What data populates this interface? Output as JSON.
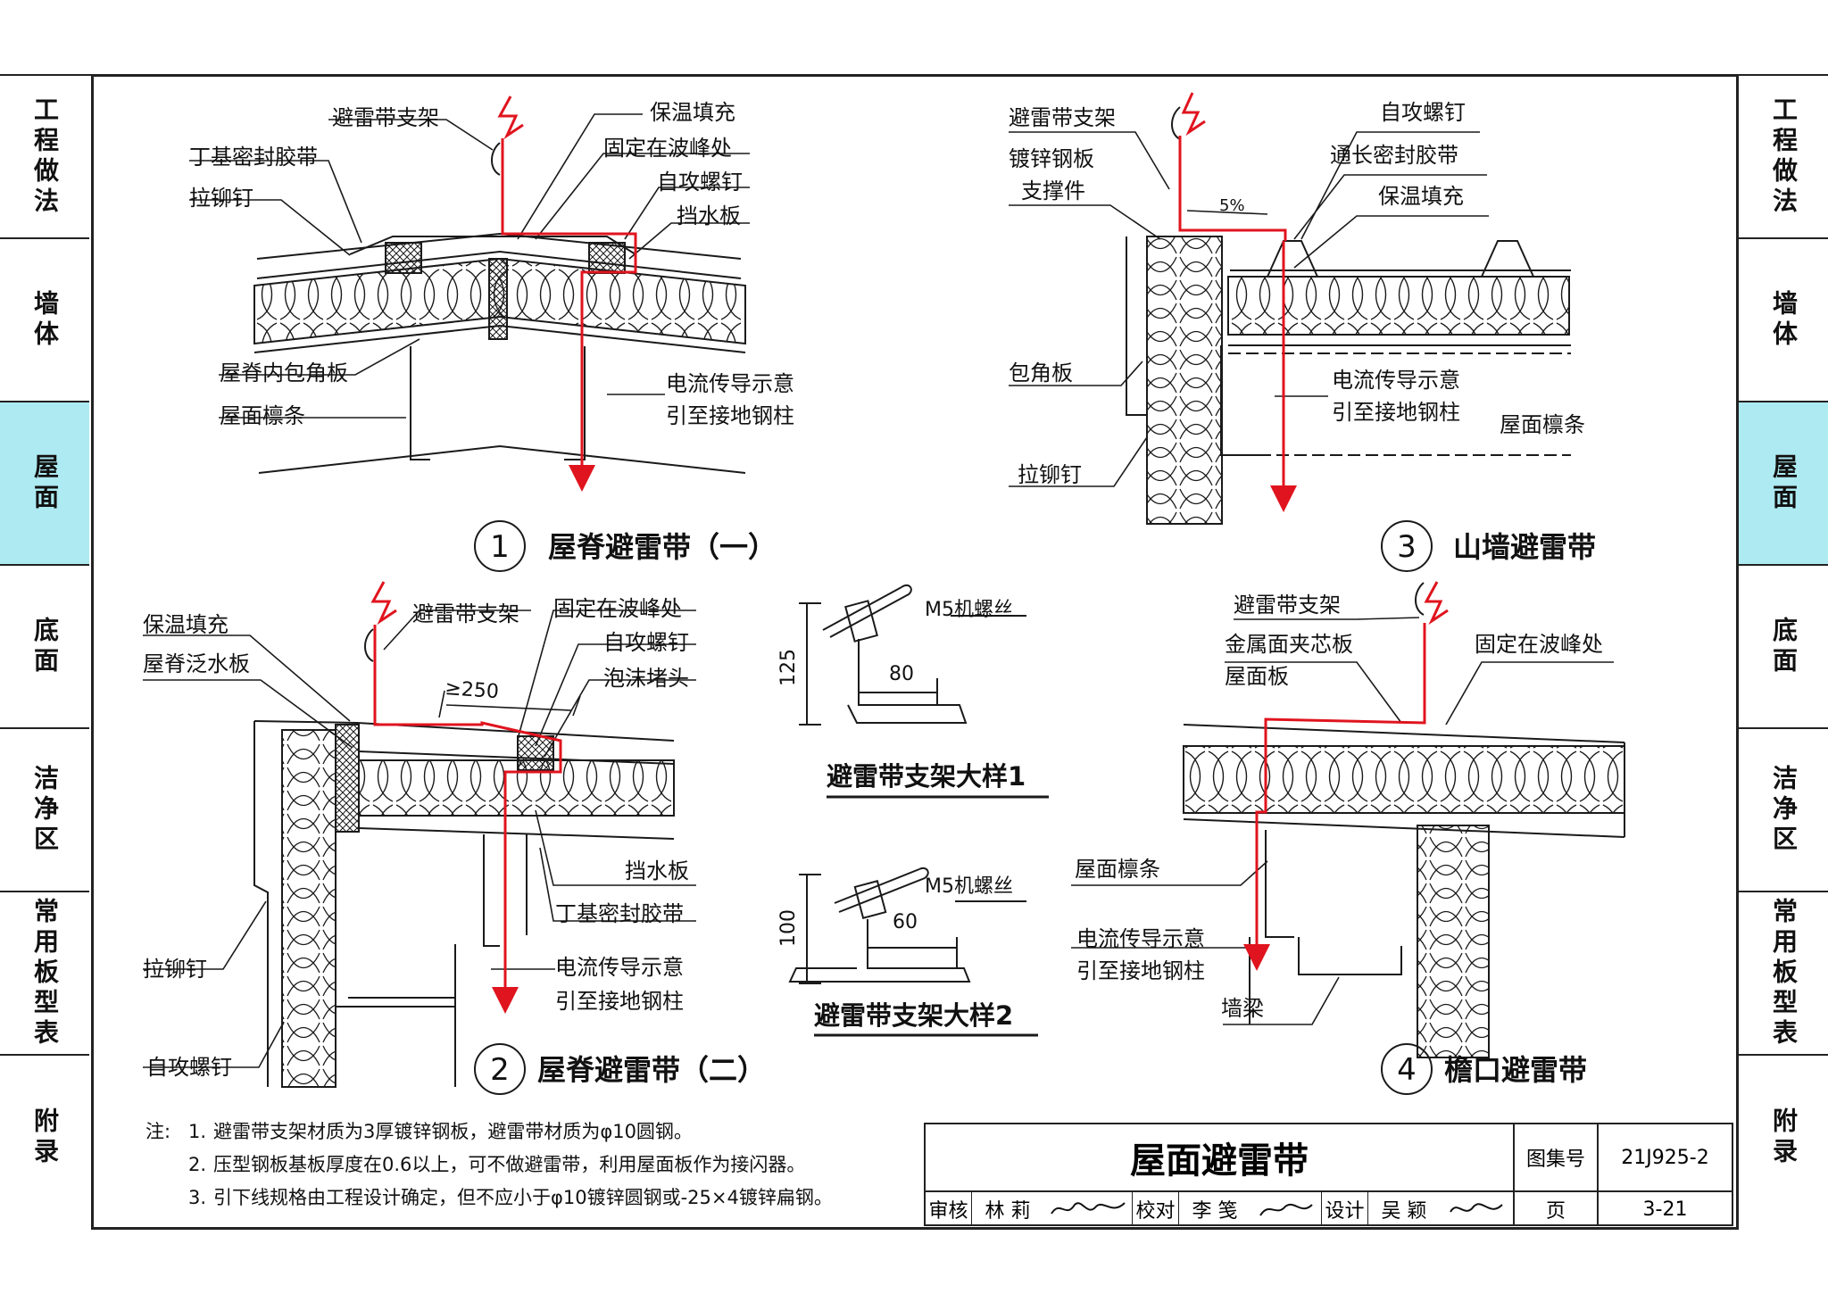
{
  "left_tabs": [
    "工程做法",
    "墙体",
    "屋面",
    "底面",
    "洁净区",
    "常用板型表",
    "附录"
  ],
  "right_tabs": [
    "工程做法",
    "墙体",
    "屋面",
    "底面",
    "洁净区",
    "常用板型表",
    "附录"
  ],
  "active_tab": "屋面",
  "detail1": {
    "number": "1",
    "title": "屋脊避雷带（一）",
    "labels": {
      "bracket": "避雷带支架",
      "butyl_tape": "丁基密封胶带",
      "rivet": "拉铆钉",
      "insulation": "保温填充",
      "fixed": "固定在波峰处",
      "screw": "自攻螺钉",
      "water_plate": "挡水板",
      "inner_corner": "屋脊内包角板",
      "purlin": "屋面檩条",
      "current": "电流传导示意",
      "ground": "引至接地钢柱"
    }
  },
  "detail2": {
    "number": "2",
    "title": "屋脊避雷带（二）",
    "labels": {
      "insulation": "保温填充",
      "flashing": "屋脊泛水板",
      "bracket": "避雷带支架",
      "fixed": "固定在波峰处",
      "screw_top": "自攻螺钉",
      "foam": "泡沫堵头",
      "dim": "≥250",
      "water_plate": "挡水板",
      "butyl_tape": "丁基密封胶带",
      "rivet": "拉铆钉",
      "current": "电流传导示意",
      "ground": "引至接地钢柱",
      "screw_bottom": "自攻螺钉"
    }
  },
  "detail3": {
    "number": "3",
    "title": "山墙避雷带",
    "labels": {
      "bracket": "避雷带支架",
      "galv_plate": "镀锌钢板",
      "support": "支撑件",
      "screw": "自攻螺钉",
      "tape": "通长密封胶带",
      "insulation": "保温填充",
      "slope": "5%",
      "corner": "包角板",
      "current": "电流传导示意",
      "ground": "引至接地钢柱",
      "purlin": "屋面檩条",
      "rivet": "拉铆钉"
    }
  },
  "detail4": {
    "number": "4",
    "title": "檐口避雷带",
    "labels": {
      "bracket": "避雷带支架",
      "sandwich": "金属面夹芯板",
      "roof_panel": "屋面板",
      "fixed": "固定在波峰处",
      "purlin": "屋面檩条",
      "current": "电流传导示意",
      "ground": "引至接地钢柱",
      "beam": "墙梁"
    }
  },
  "sample1": {
    "title": "避雷带支架大样1",
    "bolt": "M5机螺丝",
    "height": "125",
    "width": "80"
  },
  "sample2": {
    "title": "避雷带支架大样2",
    "bolt": "M5机螺丝",
    "height": "100",
    "width": "60"
  },
  "notes": {
    "prefix": "注:",
    "items": [
      {
        "n": "1.",
        "text": "避雷带支架材质为3厚镀锌钢板，避雷带材质为φ10圆钢。"
      },
      {
        "n": "2.",
        "text": "压型钢板基板厚度在0.6以上，可不做避雷带，利用屋面板作为接闪器。"
      },
      {
        "n": "3.",
        "text": "引下线规格由工程设计确定，但不应小于φ10镀锌圆钢或-25×4镀锌扁钢。"
      }
    ]
  },
  "title_block": {
    "title": "屋面避雷带",
    "atlas_label": "图集号",
    "atlas_no": "21J925-2",
    "review_label": "审核",
    "reviewer": "林 莉",
    "check_label": "校对",
    "checker": "李 笺",
    "design_label": "设计",
    "designer": "吴 颖",
    "page_label": "页",
    "page_no": "3-21"
  },
  "colors": {
    "line": "#1a1a1a",
    "current": "#e0141e",
    "active_tab": "#aeeaf2"
  }
}
